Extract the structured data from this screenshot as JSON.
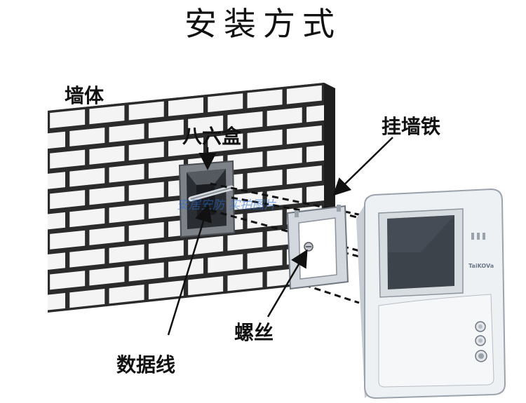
{
  "title": "安装方式",
  "labels": {
    "wall": "墙体",
    "box": "八六盒",
    "bracket": "挂墙铁",
    "cable": "数据线",
    "screw": "螺丝"
  },
  "watermark": "安居安防 实拍图片",
  "device_brand": "TaiKOVa",
  "colors": {
    "wall_face": "#2b2b2b",
    "brick": "#f4f4f4",
    "arrow": "#111111",
    "bracket": "#c9cfd6",
    "device_body": "#eef1f4",
    "screen": "#3c434b",
    "watermark": "#2a6fd6"
  }
}
